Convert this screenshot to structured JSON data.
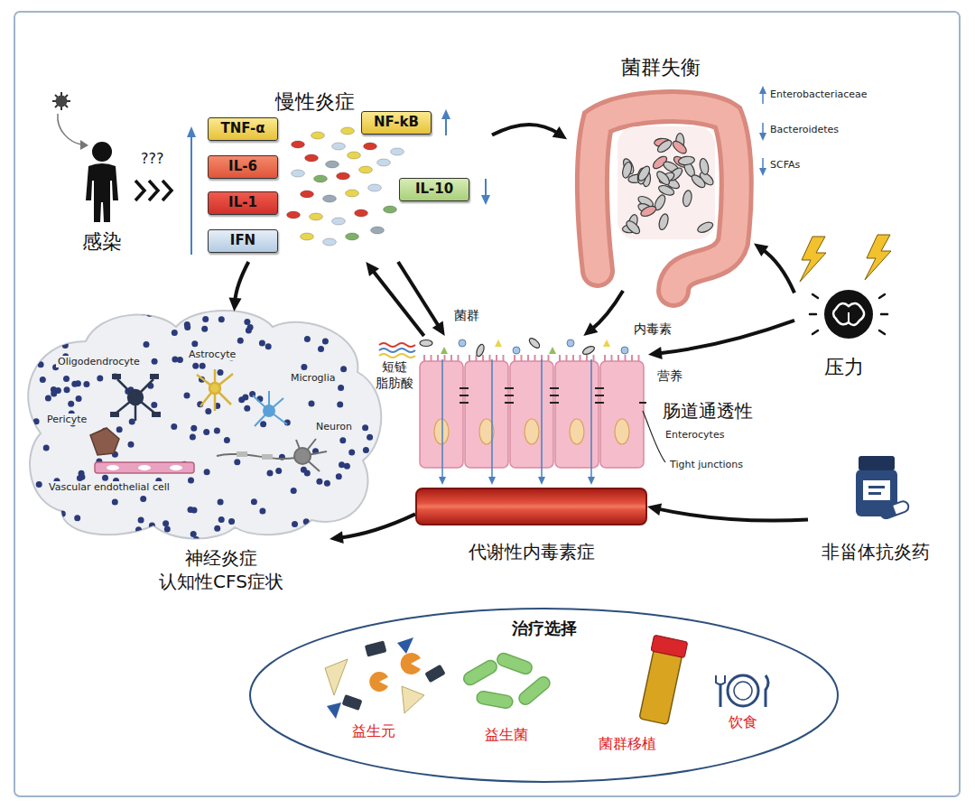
{
  "diagram": {
    "nodes": [
      {
        "text": [
          "感染"
        ]
      },
      {
        "text": [
          "慢性炎症"
        ]
      },
      {
        "text": [
          "TNF-α"
        ],
        "in": 1
      },
      {
        "text": [
          "IL-6"
        ],
        "in": 1
      },
      {
        "text": [
          "IL-1"
        ],
        "in": 1
      },
      {
        "text": [
          "IFN"
        ],
        "in": 1
      },
      {
        "text": [
          "NF-kB"
        ],
        "in": 1
      },
      {
        "text": [
          "IL-10"
        ],
        "in": 1
      },
      {
        "text": [
          "菌群失衡"
        ]
      },
      {
        "text": [
          "压力"
        ]
      },
      {
        "text": [
          "肠道通透性"
        ]
      },
      {
        "text": [
          "代谢性内毒素症"
        ]
      },
      {
        "text": [
          "神经炎症 认知性CFS症状"
        ]
      },
      {
        "text": [
          "非甾体抗炎药"
        ]
      },
      {
        "text": [
          "治疗选择"
        ]
      },
      {
        "text": [
          "益生元"
        ],
        "in": 14
      },
      {
        "text": [
          "益生菌"
        ],
        "in": 14
      },
      {
        "text": [
          "菌群移植"
        ],
        "in": 14
      },
      {
        "text": [
          "饮食"
        ],
        "in": 14
      }
    ],
    "edges": [
      {
        "from": 1,
        "to": 8,
        "arrow": "to"
      },
      {
        "from": 1,
        "to": 12,
        "arrow": "to"
      },
      {
        "from": 1,
        "to": 10,
        "arrow": "to"
      },
      {
        "from": 10,
        "to": 1,
        "arrow": "to"
      },
      {
        "from": 8,
        "to": 10,
        "arrow": "to"
      },
      {
        "from": 9,
        "to": 8,
        "arrow": "to"
      },
      {
        "from": 9,
        "to": 10,
        "arrow": "to"
      },
      {
        "from": 13,
        "to": 11,
        "arrow": "to"
      },
      {
        "from": 11,
        "to": 12,
        "arrow": "to"
      }
    ],
    "labels": [
      "???",
      "Enterobacteriaceae",
      "Bacteroidetes",
      "SCFAs",
      "菌群",
      "短链 脂肪酸",
      "内毒素",
      "营养",
      "Enterocytes",
      "Tight junctions",
      "Oligodendrocyte",
      "Astrocyte",
      "Microglia",
      "Pericyte",
      "Neuron",
      "Vascular endothelial cell"
    ]
  }
}
